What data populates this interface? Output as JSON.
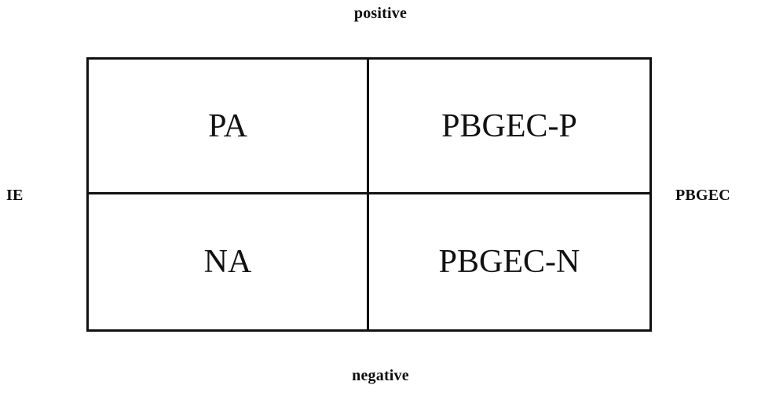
{
  "figure": {
    "type": "2x2-matrix-diagram",
    "background_color": "#ffffff",
    "line_color": "#111111",
    "text_color": "#111111"
  },
  "axes": {
    "vertical": {
      "positive_pole_label": "positive",
      "negative_pole_label": "negative"
    },
    "horizontal": {
      "left_label": "IE",
      "right_label": "PBGEC"
    }
  },
  "matrix": {
    "rows": 2,
    "columns": 2,
    "cells": [
      {
        "position": "top-left",
        "label": "PA",
        "row": "positive",
        "column": "IE"
      },
      {
        "position": "top-right",
        "label": "PBGEC-P",
        "row": "positive",
        "column": "PBGEC"
      },
      {
        "position": "bottom-left",
        "label": "NA",
        "row": "negative",
        "column": "IE"
      },
      {
        "position": "bottom-right",
        "label": "PBGEC-N",
        "row": "negative",
        "column": "PBGEC"
      }
    ]
  }
}
